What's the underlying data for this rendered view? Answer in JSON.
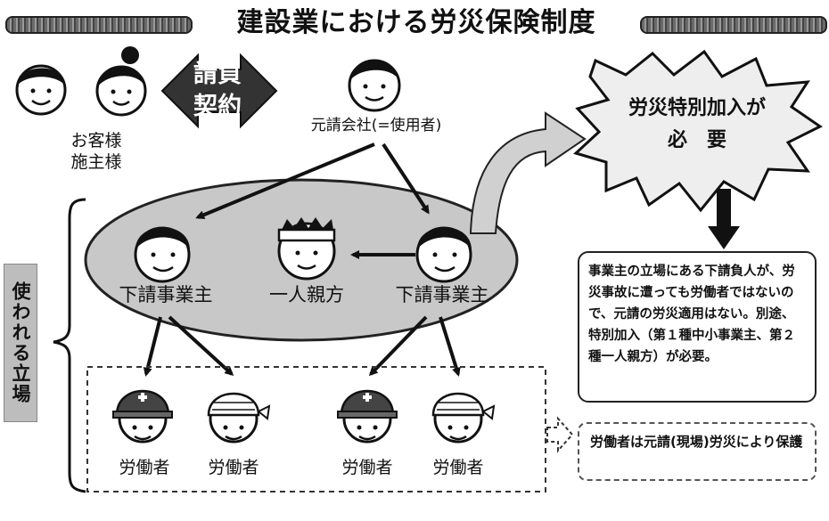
{
  "title": "建設業における労災保険制度",
  "client_label": "お客様\n施主様",
  "contract_label": "請負\n契約",
  "prime_contractor_label": "元請会社(=使用者)",
  "burst_text_line1": "労災特別加入が",
  "burst_text_line2": "必　要",
  "subcontractor_left_label": "下請事業主",
  "sole_proprietor_label": "一人親方",
  "subcontractor_right_label": "下請事業主",
  "side_label": "使われる立場",
  "info_box_text": "事業主の立場にある下請負人が、労災事故に遭っても労働者ではないので、元請の労災適用はない。別途、特別加入（第１種中小事業主、第２種一人親方）が必要。",
  "note_box_text": "労働者は元請(現場)労災により保護",
  "workers": [
    "労働者",
    "労働者",
    "労働者",
    "労働者"
  ],
  "colors": {
    "ellipse_fill": "#c8c8c8",
    "contract_fill": "#333333",
    "arrow_fill": "#d0d0d0"
  }
}
